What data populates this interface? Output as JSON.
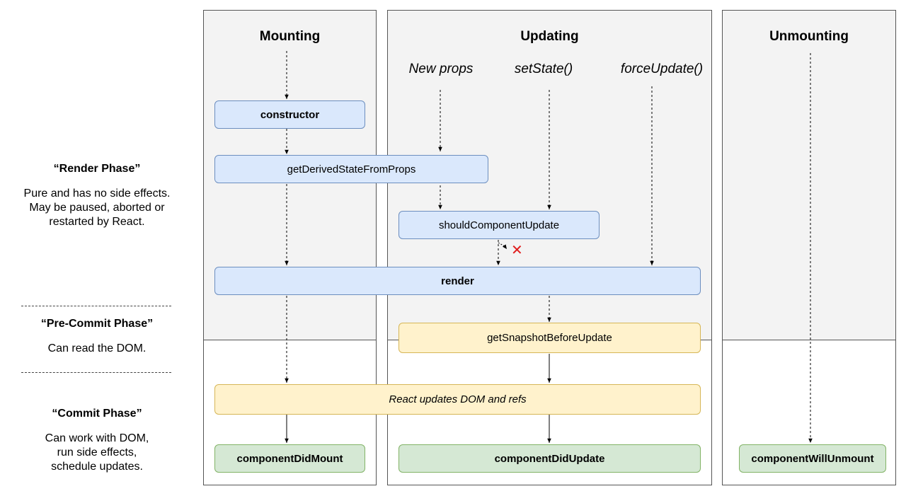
{
  "columns": {
    "mounting": "Mounting",
    "updating": "Updating",
    "unmounting": "Unmounting"
  },
  "triggers": {
    "new_props": "New props",
    "set_state": "setState()",
    "force_update": "forceUpdate()"
  },
  "boxes": {
    "constructor": "constructor",
    "get_derived_state": "getDerivedStateFromProps",
    "should_update": "shouldComponentUpdate",
    "render": "render",
    "get_snapshot": "getSnapshotBeforeUpdate",
    "react_updates": "React updates DOM and refs",
    "did_mount": "componentDidMount",
    "did_update": "componentDidUpdate",
    "will_unmount": "componentWillUnmount"
  },
  "phases": {
    "render": {
      "title": "“Render Phase”",
      "desc": [
        "Pure and has no side effects.",
        "May be paused, aborted or",
        "restarted by React."
      ]
    },
    "pre_commit": {
      "title": "“Pre-Commit Phase”",
      "desc": [
        "Can read the DOM."
      ]
    },
    "commit": {
      "title": "“Commit Phase”",
      "desc": [
        "Can work with DOM,",
        "run side effects,",
        "schedule updates."
      ]
    }
  },
  "colors": {
    "render_fill": "#dae8fc",
    "commit_fill": "#fff2cc",
    "effect_fill": "#d5e8d4",
    "cancel_mark": "#e01b1b"
  },
  "icons": {
    "cancel": "x-mark-icon"
  }
}
